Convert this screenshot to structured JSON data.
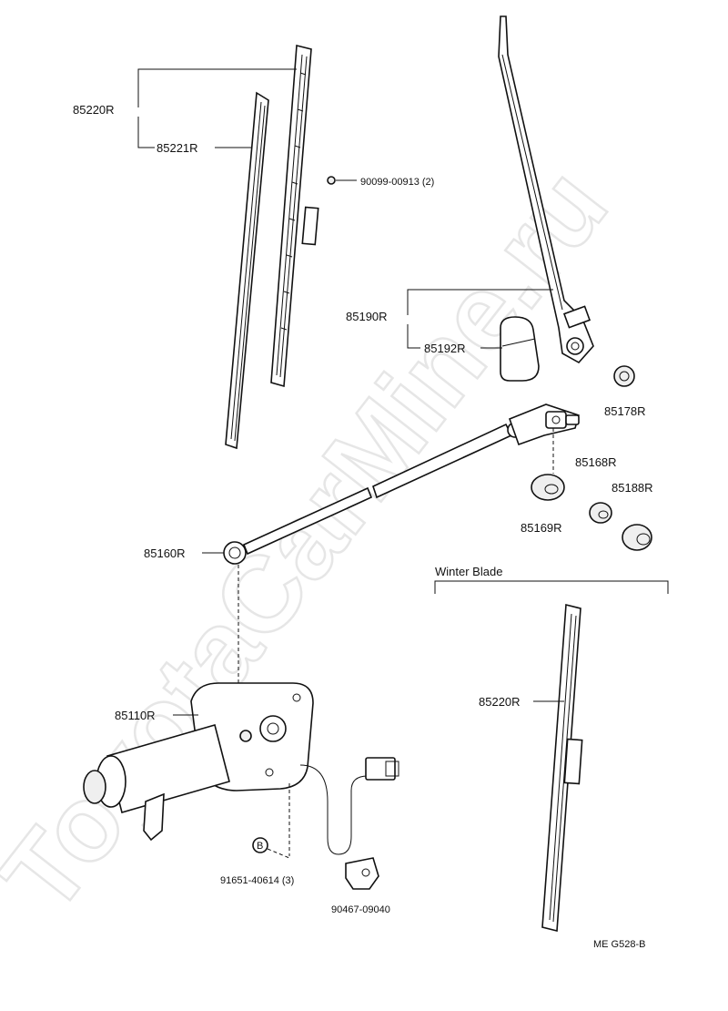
{
  "watermark": "ToyotaCarMine.ru",
  "labels": {
    "p85220R": "85220R",
    "p85221R": "85221R",
    "p90099": "90099-00913 (2)",
    "p85190R": "85190R",
    "p85192R": "85192R",
    "p85178R": "85178R",
    "p85168R": "85168R",
    "p85188R": "85188R",
    "p85169R": "85169R",
    "p85160R": "85160R",
    "winter": "Winter Blade",
    "p85220R_w": "85220R",
    "p85110R": "85110R",
    "p91651": "91651-40614 (3)",
    "p90467": "90467-09040",
    "code": "ME  G528-B"
  }
}
